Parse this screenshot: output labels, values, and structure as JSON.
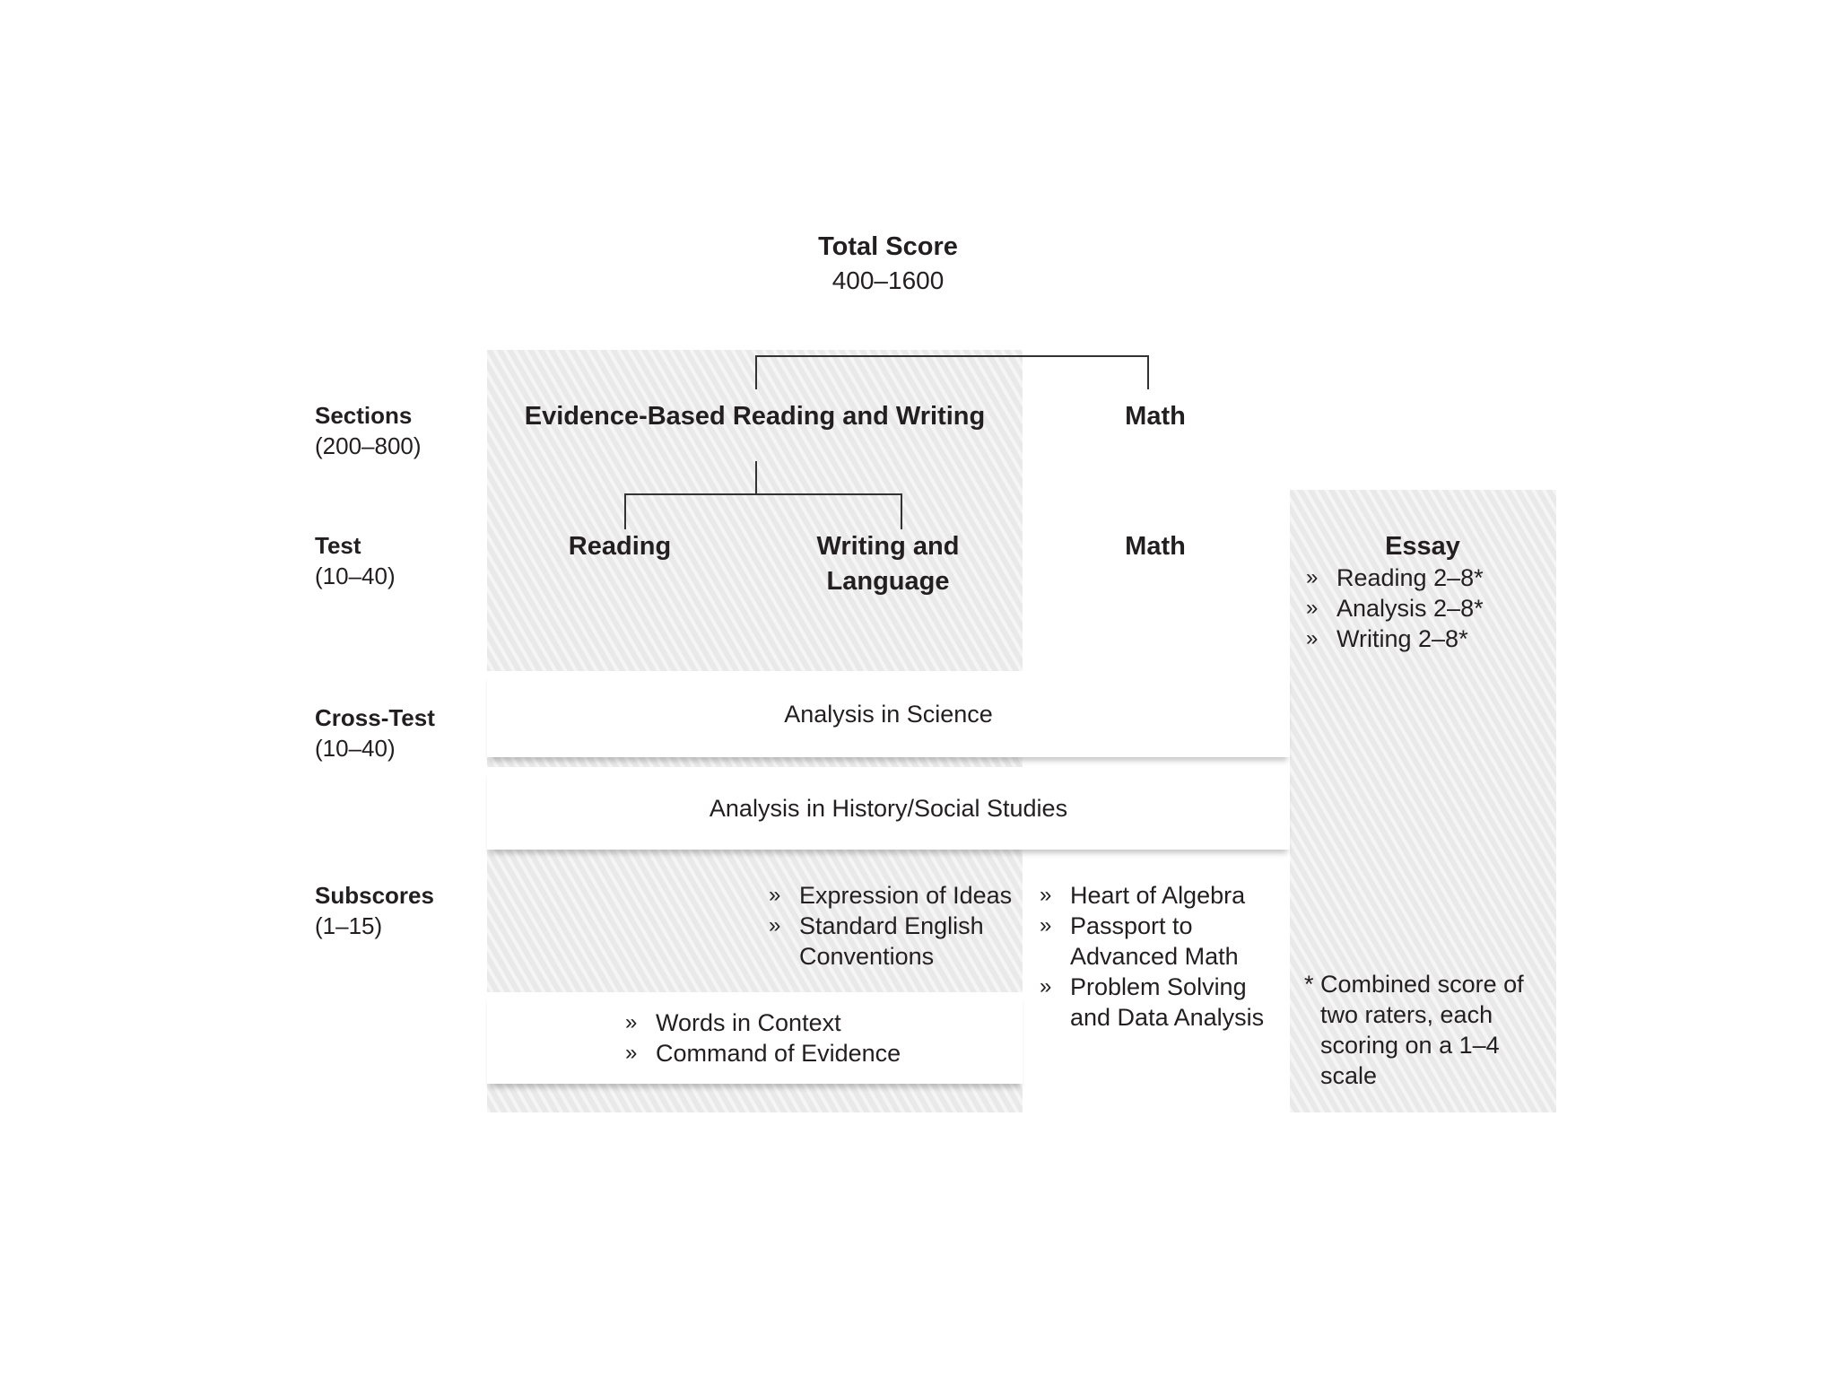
{
  "total": {
    "title": "Total Score",
    "range": "400–1600"
  },
  "rows": {
    "sections": {
      "label": "Sections",
      "range": "(200–800)"
    },
    "test": {
      "label": "Test",
      "range": "(10–40)"
    },
    "cross_test": {
      "label": "Cross-Test",
      "range": "(10–40)"
    },
    "subscores": {
      "label": "Subscores",
      "range": "(1–15)"
    }
  },
  "sections": {
    "ebrw": "Evidence-Based Reading and Writing",
    "math": "Math"
  },
  "tests": {
    "reading": "Reading",
    "writing_line1": "Writing and",
    "writing_line2": "Language",
    "math": "Math",
    "essay": "Essay"
  },
  "essay_items": [
    "Reading 2–8*",
    "Analysis 2–8*",
    "Writing 2–8*"
  ],
  "cross_tests": {
    "science": "Analysis in Science",
    "history": "Analysis in History/Social Studies"
  },
  "subscores": {
    "writing": [
      "Expression of Ideas",
      "Standard English",
      "Conventions"
    ],
    "reading": [
      "Words in Context",
      "Command of Evidence"
    ],
    "math": [
      "Heart of Algebra",
      "Passport to",
      "Advanced Math",
      "Problem Solving",
      "and Data Analysis"
    ]
  },
  "bullet_glyph": "»",
  "footnote": {
    "asterisk": "*",
    "lines": [
      "Combined score of",
      "two raters, each",
      "scoring on a 1–4",
      "scale"
    ]
  }
}
